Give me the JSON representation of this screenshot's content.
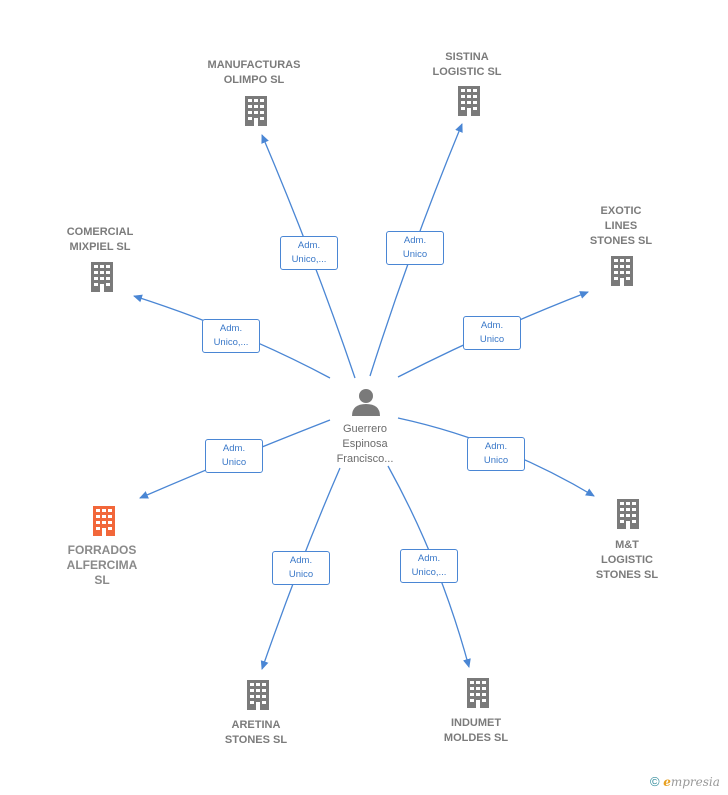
{
  "colors": {
    "edge": "#4a86d4",
    "building": "#7a7a7a",
    "highlight": "#f2673a",
    "person": "#7a7a7a"
  },
  "center": {
    "icon": "person-icon",
    "label": "Guerrero\nEspinosa\nFrancisco..."
  },
  "companies": [
    {
      "id": "manufacturas-olimpo",
      "label": "MANUFACTURAS\nOLIMPO SL",
      "icon": "building-icon",
      "relation": "Adm.\nUnico,...",
      "highlight": false
    },
    {
      "id": "sistina-logistic",
      "label": "SISTINA\nLOGISTIC SL",
      "icon": "building-icon",
      "relation": "Adm.\nUnico",
      "highlight": false
    },
    {
      "id": "exotic-lines-stones",
      "label": "EXOTIC\nLINES\nSTONES SL",
      "icon": "building-icon",
      "relation": "Adm.\nUnico",
      "highlight": false
    },
    {
      "id": "comercial-mixpiel",
      "label": "COMERCIAL\nMIXPIEL SL",
      "icon": "building-icon",
      "relation": "Adm.\nUnico,...",
      "highlight": false
    },
    {
      "id": "mt-logistic-stones",
      "label": "M&T\nLOGISTIC\nSTONES SL",
      "icon": "building-icon",
      "relation": "Adm.\nUnico",
      "highlight": false
    },
    {
      "id": "forrados-alfercima",
      "label": "FORRADOS\nALFERCIMA\nSL",
      "icon": "building-icon",
      "relation": "Adm.\nUnico",
      "highlight": true
    },
    {
      "id": "aretina-stones",
      "label": "ARETINA\nSTONES SL",
      "icon": "building-icon",
      "relation": "Adm.\nUnico",
      "highlight": false
    },
    {
      "id": "indumet-moldes",
      "label": "INDUMET\nMOLDES SL",
      "icon": "building-icon",
      "relation": "Adm.\nUnico,...",
      "highlight": false
    }
  ],
  "footer": {
    "copyright": "©",
    "brand_initial": "e",
    "brand_rest": "mpresia"
  }
}
